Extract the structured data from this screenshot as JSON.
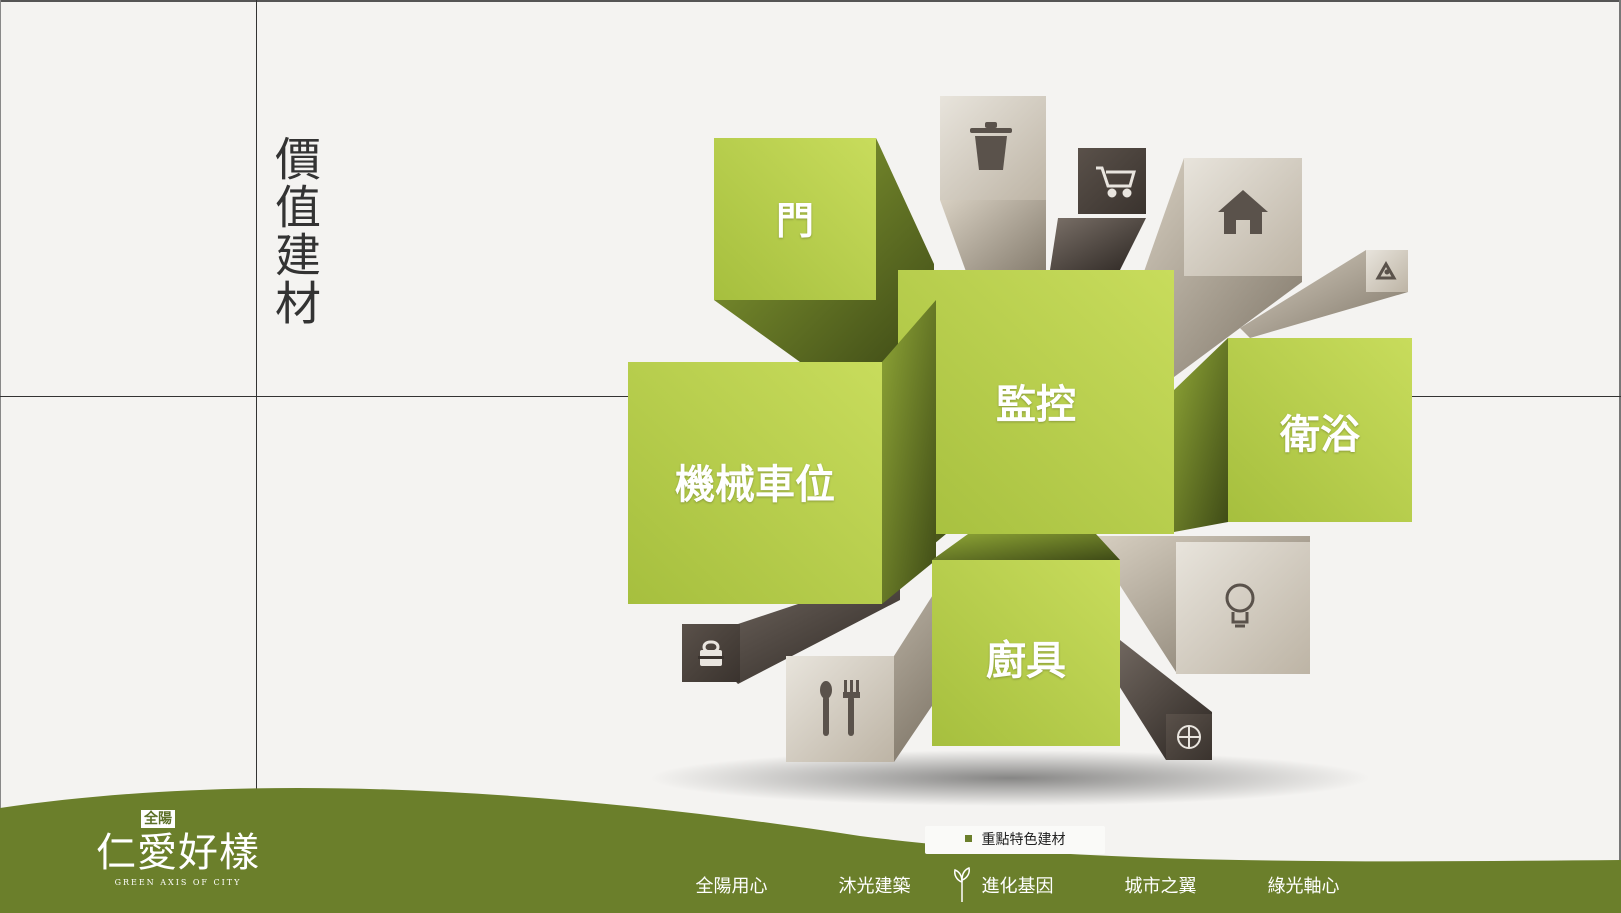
{
  "section_title": "價值建材",
  "cubes": {
    "door": "門",
    "monitor": "監控",
    "bath": "衛浴",
    "parking": "機械車位",
    "kitchen": "廚具"
  },
  "icon_boxes": [
    "trash-icon",
    "cart-icon",
    "home-icon",
    "recycle-icon",
    "lock-icon",
    "utensils-icon",
    "lightbulb-icon",
    "globe-icon"
  ],
  "brand": {
    "small": "全陽",
    "main": "仁愛好樣",
    "english": "GREEN AXIS OF CITY"
  },
  "section_tag": "重點特色建材",
  "nav": [
    {
      "label": "全陽用心"
    },
    {
      "label": "沐光建築"
    },
    {
      "label": "進化基因"
    },
    {
      "label": "城市之翼"
    },
    {
      "label": "綠光軸心"
    }
  ],
  "colors": {
    "green_face": "#b5cc4a",
    "green_dark": "#5c6e22",
    "footer_green": "#6b7f2b",
    "gray_face": "#c8c0b2",
    "dark_face": "#4b423b"
  }
}
